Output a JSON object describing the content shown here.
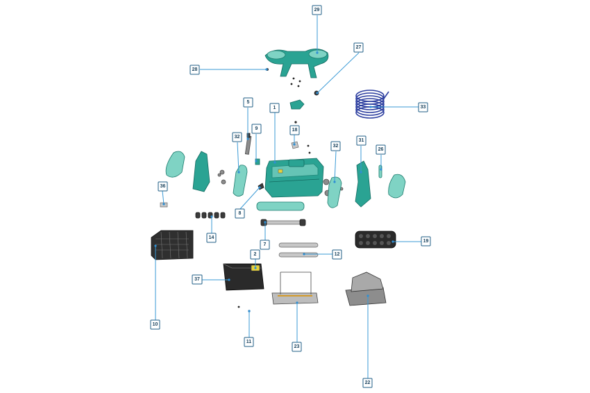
{
  "callouts": [
    {
      "id": "c29",
      "label": "29"
    },
    {
      "id": "c27",
      "label": "27"
    },
    {
      "id": "c28",
      "label": "28"
    },
    {
      "id": "c33",
      "label": "33"
    },
    {
      "id": "c5",
      "label": "5"
    },
    {
      "id": "c1",
      "label": "1"
    },
    {
      "id": "c9",
      "label": "9"
    },
    {
      "id": "c18",
      "label": "18"
    },
    {
      "id": "c32a",
      "label": "32"
    },
    {
      "id": "c32b",
      "label": "32"
    },
    {
      "id": "c31",
      "label": "31"
    },
    {
      "id": "c26",
      "label": "26"
    },
    {
      "id": "c36",
      "label": "36"
    },
    {
      "id": "c8",
      "label": "8"
    },
    {
      "id": "c14",
      "label": "14"
    },
    {
      "id": "c7",
      "label": "7"
    },
    {
      "id": "c19",
      "label": "19"
    },
    {
      "id": "c2",
      "label": "2"
    },
    {
      "id": "c12",
      "label": "12"
    },
    {
      "id": "c37",
      "label": "37"
    },
    {
      "id": "c10",
      "label": "10"
    },
    {
      "id": "c11",
      "label": "11"
    },
    {
      "id": "c23",
      "label": "23"
    },
    {
      "id": "c22",
      "label": "22"
    }
  ]
}
